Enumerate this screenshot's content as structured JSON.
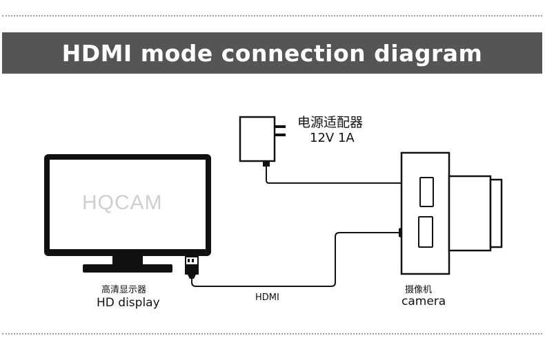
{
  "title": "HDMI mode connection diagram",
  "screen_watermark": "HQCAM",
  "power_adapter": {
    "label_cn": "电源适配器",
    "label_en": "12V 1A"
  },
  "display": {
    "label_cn": "高清显示器",
    "label_en": "HD display"
  },
  "camera": {
    "label_cn": "摄像机",
    "label_en": "camera"
  },
  "cable_label": "HDMI",
  "colors": {
    "banner": "#555555",
    "line": "#1a1a1a",
    "device": "#111111"
  }
}
